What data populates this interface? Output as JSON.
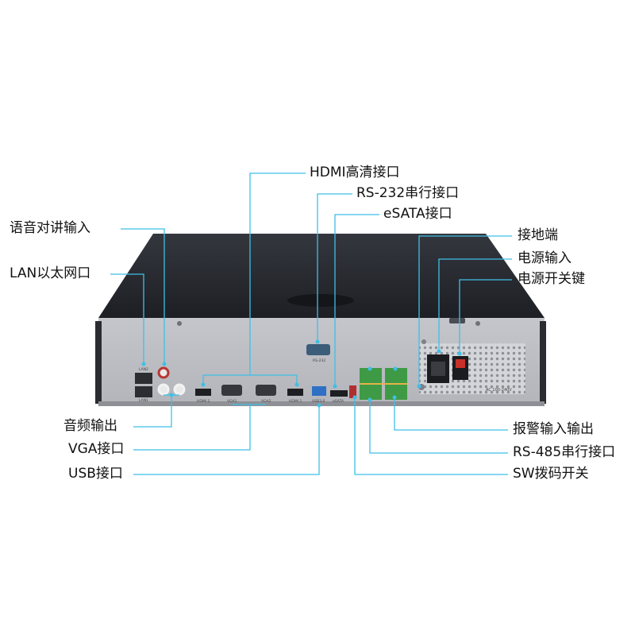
{
  "diagram": {
    "accent_color": "#3fbfe6",
    "labels": {
      "hdmi": "HDMI高清接口",
      "rs232": "RS-232串行接口",
      "esata": "eSATA接口",
      "talk": "语音对讲输入",
      "lan": "LAN以太网口",
      "ground": "接地端",
      "power_in": "电源输入",
      "power_switch": "电源开关键",
      "audio_out": "音频输出",
      "vga": "VGA接口",
      "usb": "USB接口",
      "alarm": "报警输入输出",
      "rs485": "RS-485串行接口",
      "sw": "SW拨码开关"
    },
    "device_text": {
      "lan1": "LAN1",
      "lan2": "LAN2",
      "hdmi1": "HDMI 1",
      "hdmi2": "HDMI 2",
      "vga1": "VGA1",
      "vga2": "VGA2",
      "rs232": "RS-232",
      "usb": "USB3.0",
      "esata": "eSATA",
      "power_rating": "AC 100-240V"
    }
  }
}
